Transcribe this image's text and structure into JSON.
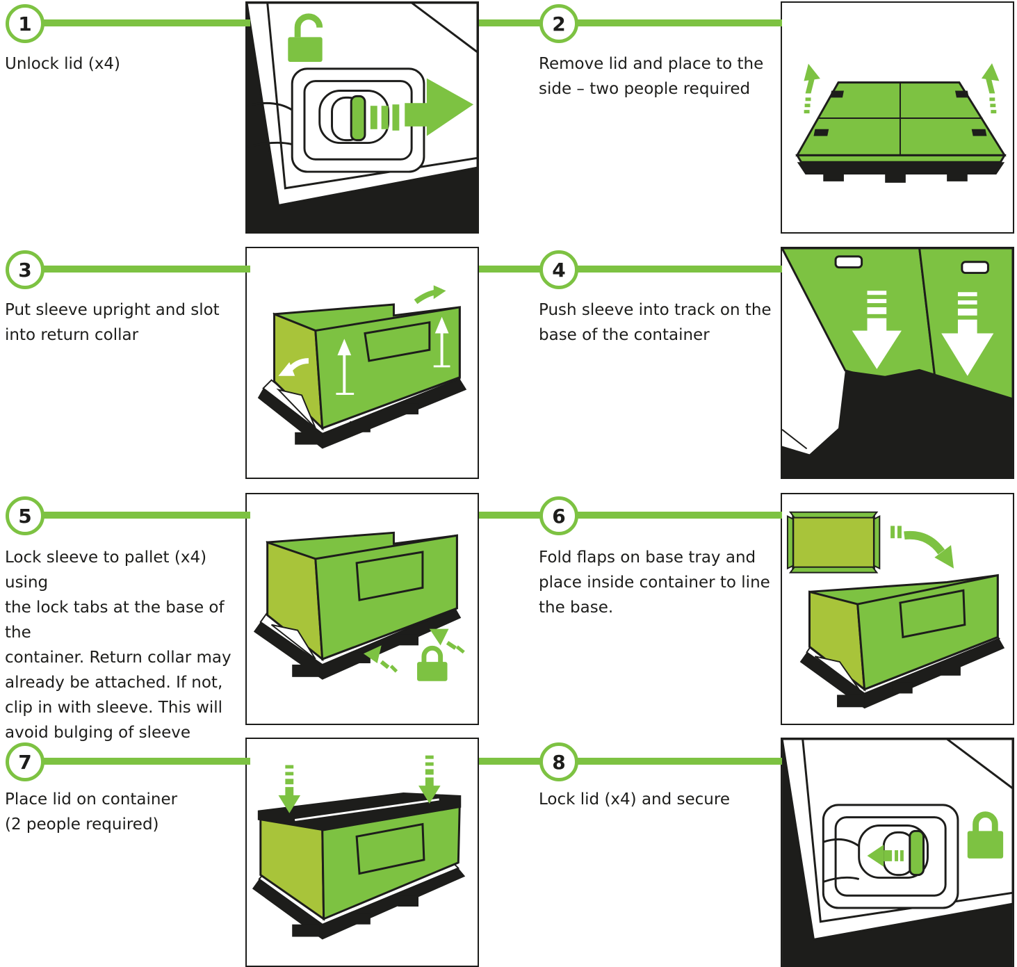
{
  "steps": [
    {
      "number": "1",
      "text_lines": [
        "Unlock lid (x4)"
      ]
    },
    {
      "number": "2",
      "text_lines": [
        "Remove lid and place to the",
        "side – two people required"
      ]
    },
    {
      "number": "3",
      "text_lines": [
        "Put sleeve upright and slot",
        "into return collar"
      ]
    },
    {
      "number": "4",
      "text_lines": [
        "Push sleeve into track on the",
        "base of the container"
      ]
    },
    {
      "number": "5",
      "text_lines": [
        "Lock sleeve to pallet (x4) using",
        "the lock tabs at the base of the",
        "container. Return collar may",
        "already be attached. If not,",
        "clip in with sleeve. This will",
        "avoid bulging of sleeve"
      ]
    },
    {
      "number": "6",
      "text_lines": [
        "Fold flaps on base tray and",
        "place inside container to line",
        "the base."
      ]
    },
    {
      "number": "7",
      "text_lines": [
        "Place lid on container",
        "(2 people required)"
      ]
    },
    {
      "number": "8",
      "text_lines": [
        "Lock lid (x4) and secure"
      ]
    }
  ],
  "colors": {
    "green": "#7dc242",
    "olive": "#a8c43a",
    "black": "#1d1d1b",
    "white": "#ffffff"
  },
  "icons": {
    "step1": [
      "unlocked-padlock-icon",
      "arrow-right-icon",
      "lid-latch-icon"
    ],
    "step2": [
      "lid-icon",
      "arrow-up-icon"
    ],
    "step3": [
      "container-sleeve-icon",
      "curved-arrow-icon",
      "upright-arrow-icon"
    ],
    "step4": [
      "sleeve-panel-icon",
      "arrow-down-icon"
    ],
    "step5": [
      "container-sleeve-icon",
      "arrow-icon",
      "locked-padlock-icon"
    ],
    "step6": [
      "base-tray-icon",
      "curved-arrow-icon",
      "container-sleeve-icon"
    ],
    "step7": [
      "container-lid-icon",
      "arrow-down-icon"
    ],
    "step8": [
      "lid-latch-icon",
      "arrow-left-icon",
      "locked-padlock-icon"
    ]
  }
}
